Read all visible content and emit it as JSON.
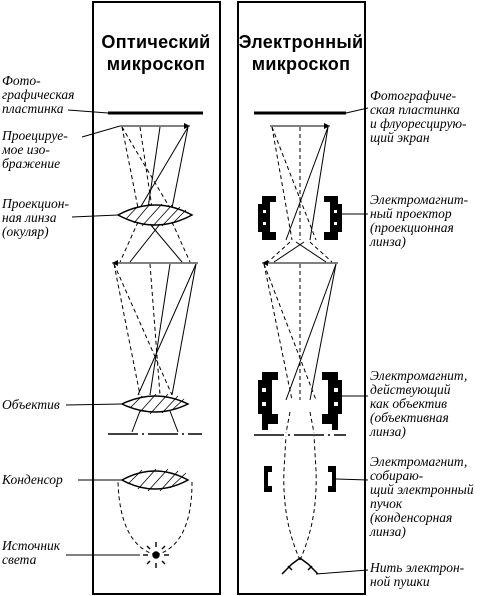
{
  "panels": {
    "optical": {
      "title": [
        "Оптический",
        "микроскоп"
      ]
    },
    "electron": {
      "title": [
        "Электронный",
        "микроскоп"
      ]
    }
  },
  "labels_left": {
    "photo_plate": [
      "Фото-",
      "графическая",
      "пластинка"
    ],
    "projected_image": [
      "Проецируе-",
      "мое изо-",
      "бражение"
    ],
    "projection_lens": [
      "Проекцион-",
      "ная линза",
      "(окуляр)"
    ],
    "objective": [
      "Объектив"
    ],
    "condenser": [
      "Конденсор"
    ],
    "light_source": [
      "Источник",
      "света"
    ]
  },
  "labels_right": {
    "photo_plate_screen": [
      "Фотографиче-",
      "ская пластинка",
      "и флуоресцирую-",
      "щий экран"
    ],
    "em_projector": [
      "Электромагнит-",
      "ный проектор",
      "(проекционная",
      "линза)"
    ],
    "em_objective": [
      "Электромагнит,",
      "действующий",
      "как объектив",
      "(объективная",
      "линза)"
    ],
    "em_condenser": [
      "Электромагнит,",
      "собираю-",
      "щий электронный",
      "пучок",
      "(конденсорная",
      "линза)"
    ],
    "filament": [
      "Нить электрон-",
      "ной пушки"
    ]
  }
}
